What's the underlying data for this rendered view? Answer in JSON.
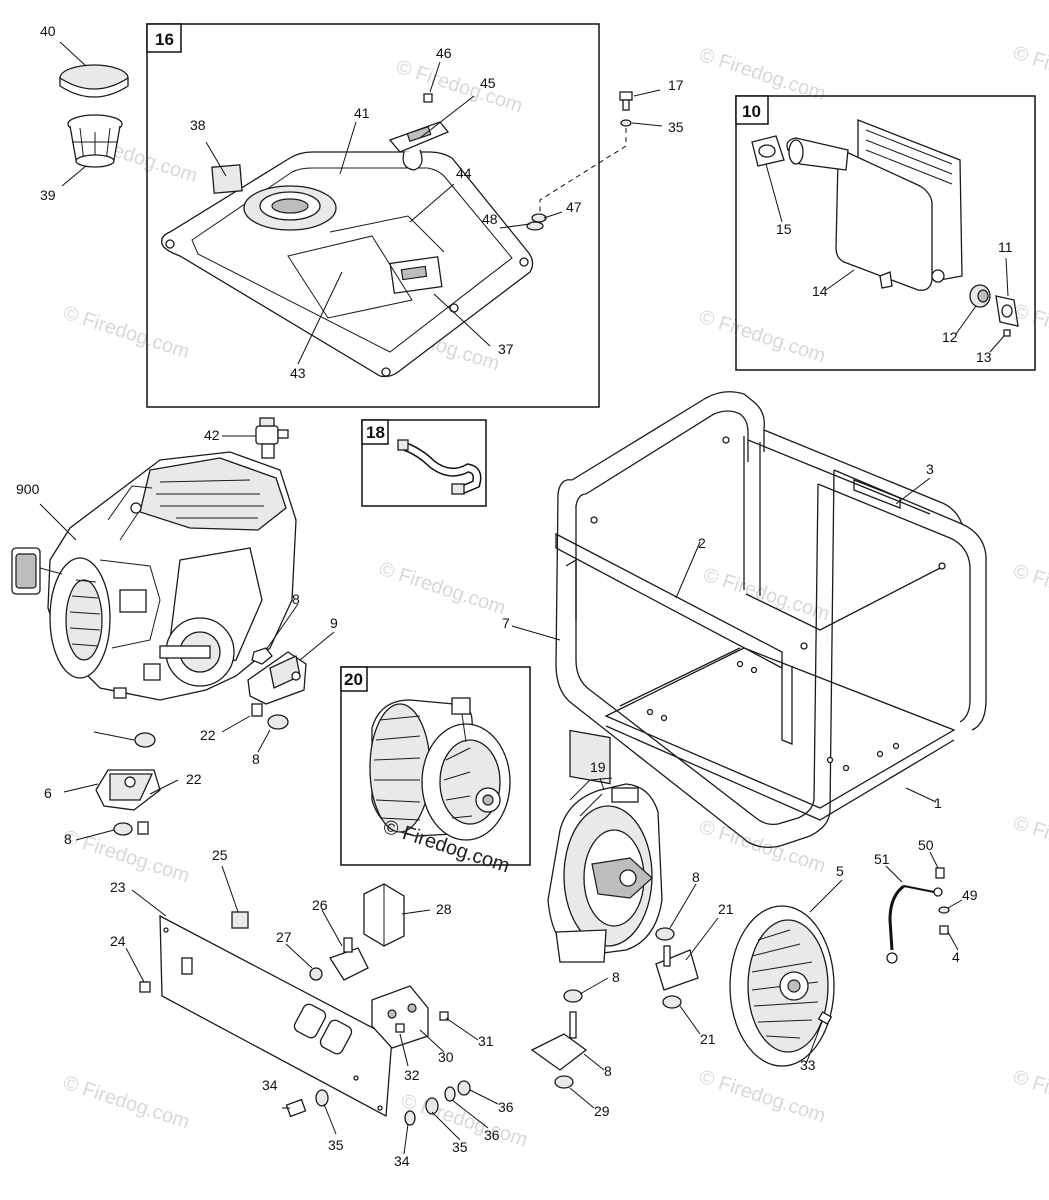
{
  "watermark": {
    "text": "© Firedog.com",
    "color": "#d8d8d8",
    "dark_color": "#222222"
  },
  "subassembly_boxes": [
    {
      "number": "16"
    },
    {
      "number": "10"
    },
    {
      "number": "18"
    },
    {
      "number": "20"
    }
  ],
  "callouts": [
    "40",
    "39",
    "46",
    "45",
    "41",
    "38",
    "44",
    "48",
    "47",
    "43",
    "37",
    "17",
    "35",
    "15",
    "14",
    "11",
    "12",
    "13",
    "42",
    "900",
    "3",
    "2",
    "7",
    "8",
    "9",
    "22",
    "8",
    "6",
    "22",
    "8",
    "19",
    "1",
    "25",
    "23",
    "24",
    "26",
    "28",
    "27",
    "31",
    "30",
    "32",
    "8",
    "21",
    "8",
    "21",
    "8",
    "29",
    "51",
    "50",
    "49",
    "4",
    "5",
    "33",
    "34",
    "35",
    "34",
    "35",
    "36"
  ],
  "partial_callout": "36"
}
